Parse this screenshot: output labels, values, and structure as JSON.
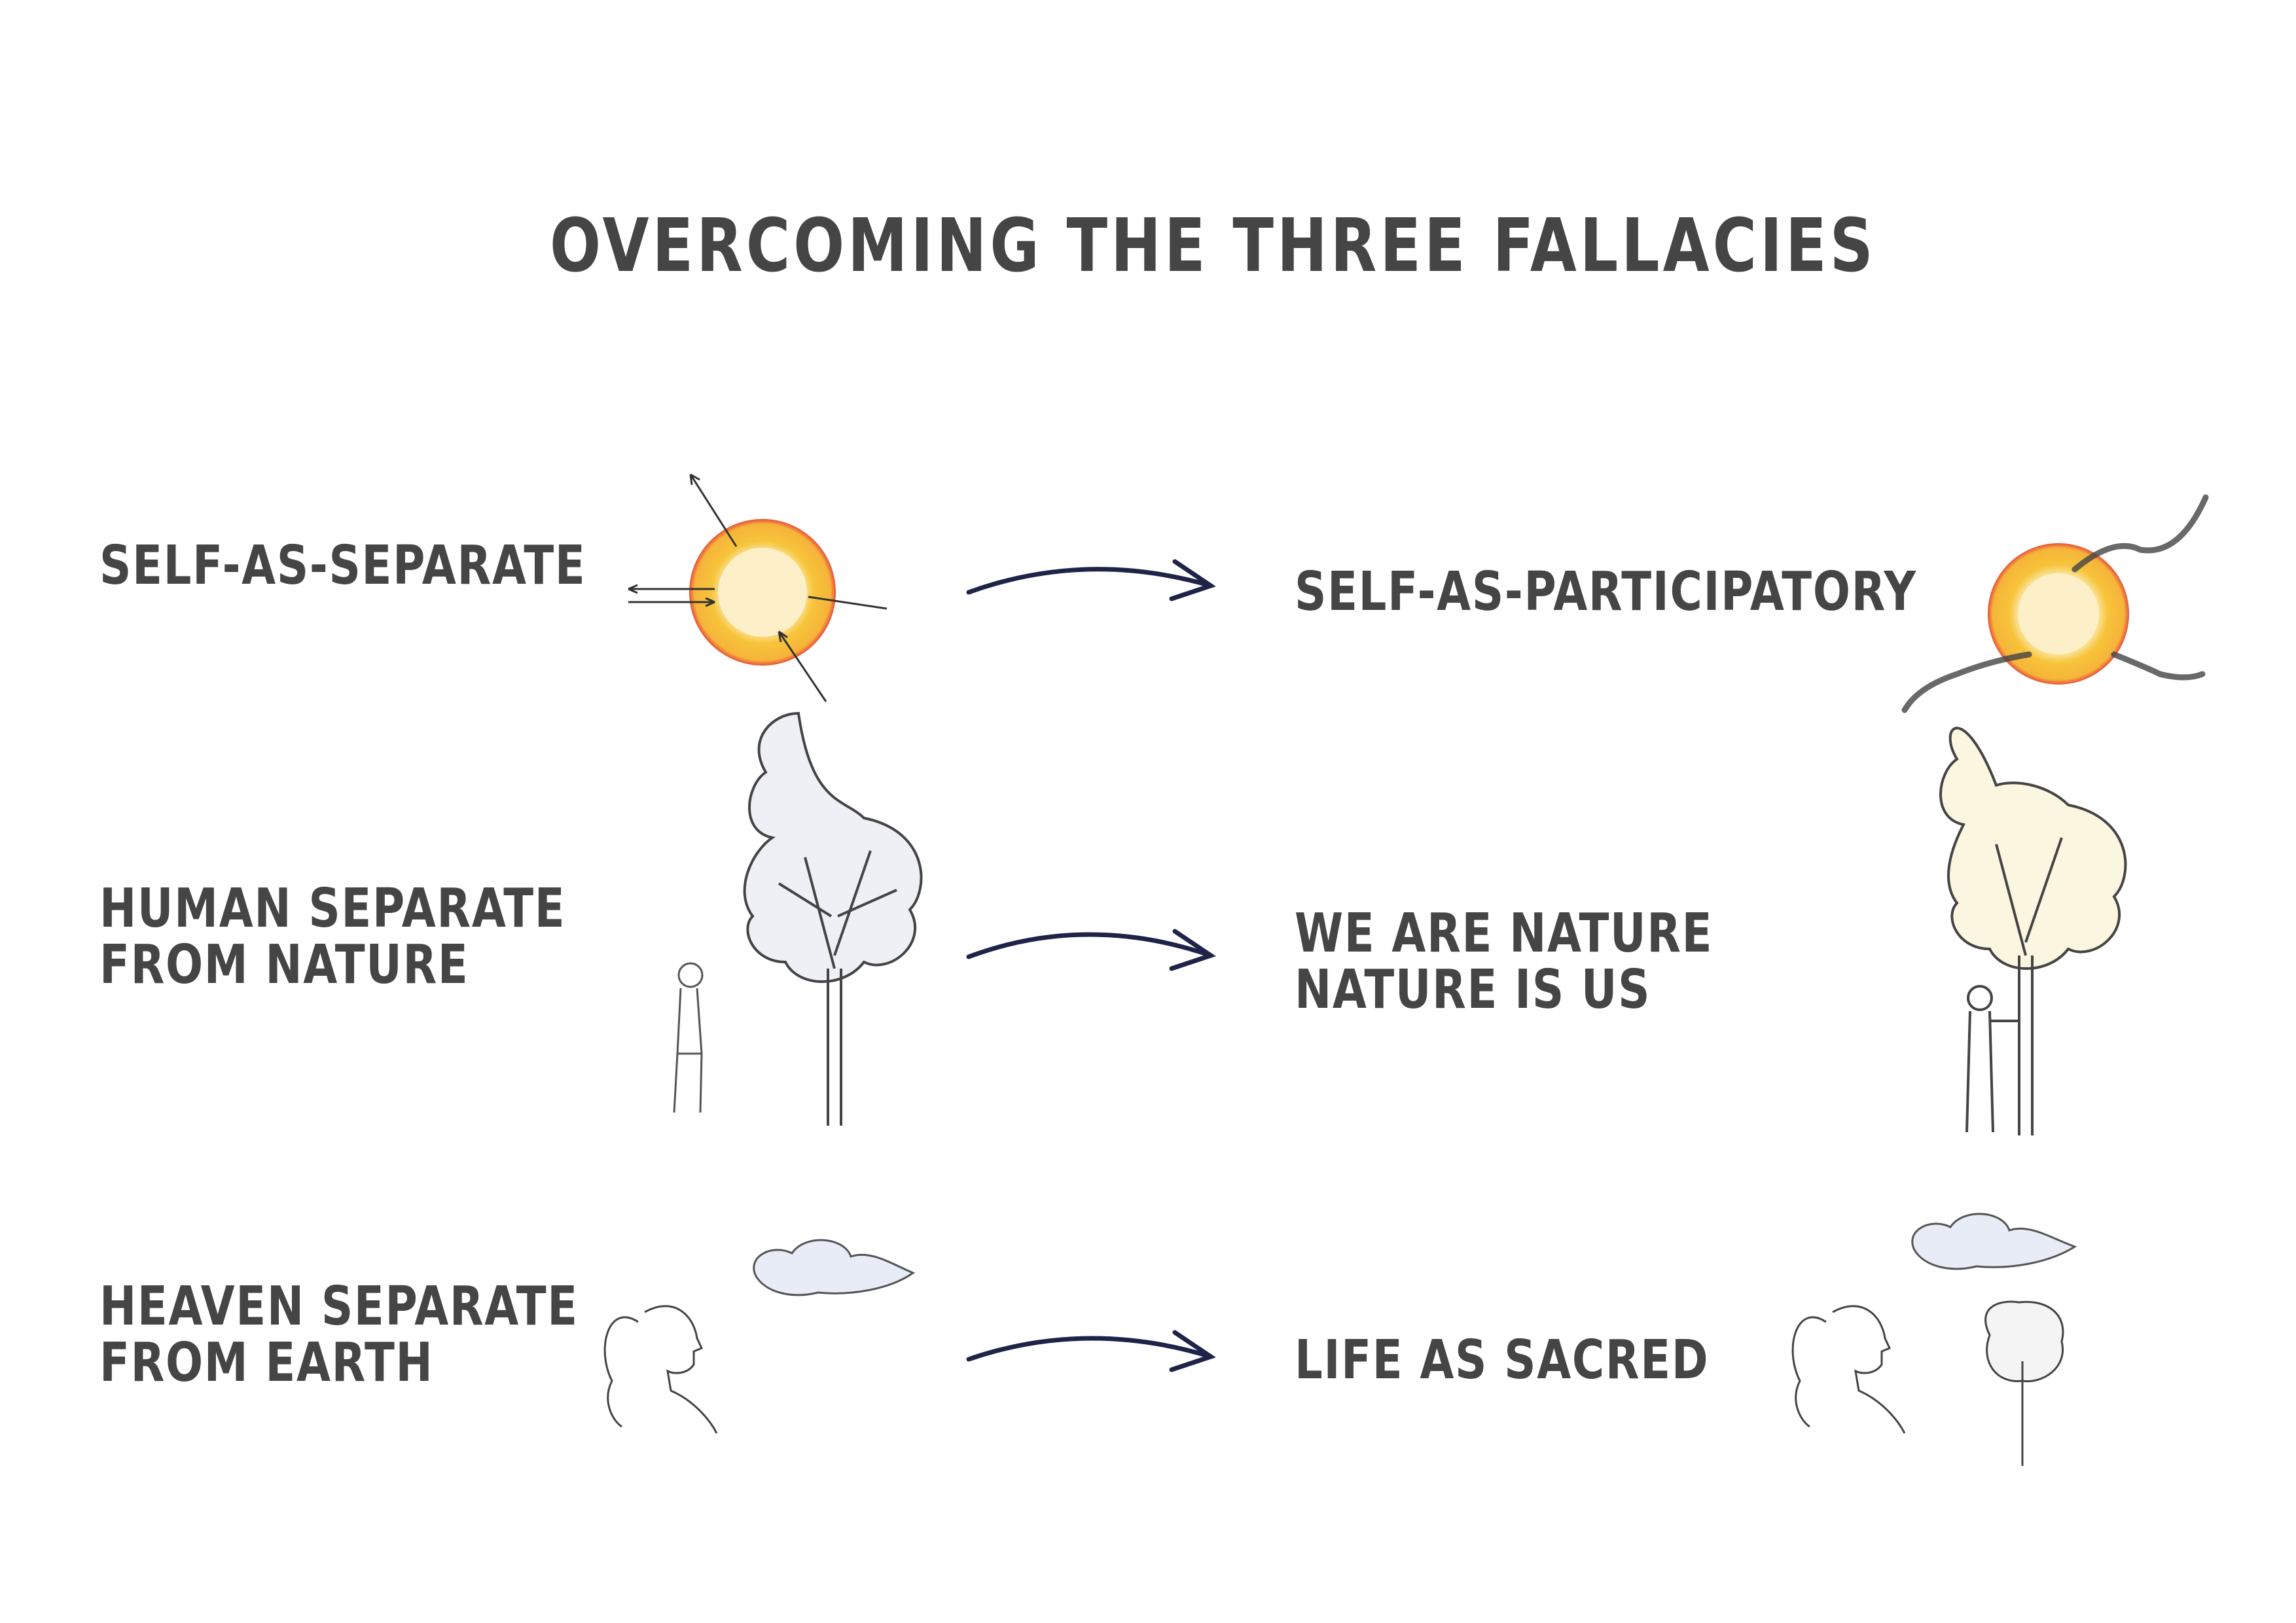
{
  "title": "Overcoming the Three Fallacies",
  "rows": [
    {
      "from": [
        "Self-as-separate"
      ],
      "to": [
        "Self-as-participatory"
      ]
    },
    {
      "from": [
        "Human separate",
        "from nature"
      ],
      "to": [
        "We are nature",
        "nature is us"
      ]
    },
    {
      "from": [
        "Heaven separate",
        "from earth"
      ],
      "to": [
        "Life as sacred"
      ]
    }
  ],
  "colors": {
    "text": "#454545",
    "arrow": "#1e2347",
    "sun_outer": "#e8503a",
    "sun_mid": "#f7c43a",
    "sun_inner": "#fdf0c8"
  }
}
